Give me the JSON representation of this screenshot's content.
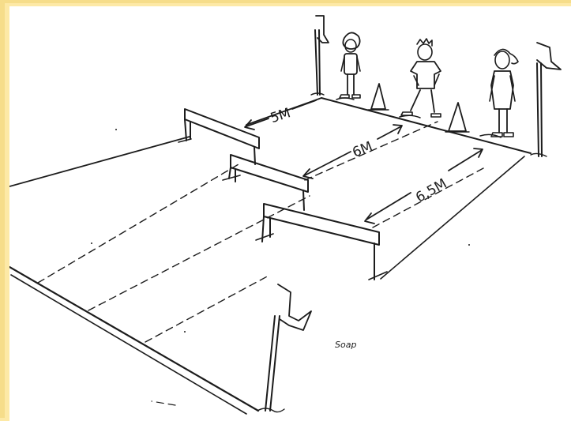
{
  "distances": {
    "first": "5M",
    "second": "6M",
    "third": "6,5M"
  },
  "signature": "Soap"
}
